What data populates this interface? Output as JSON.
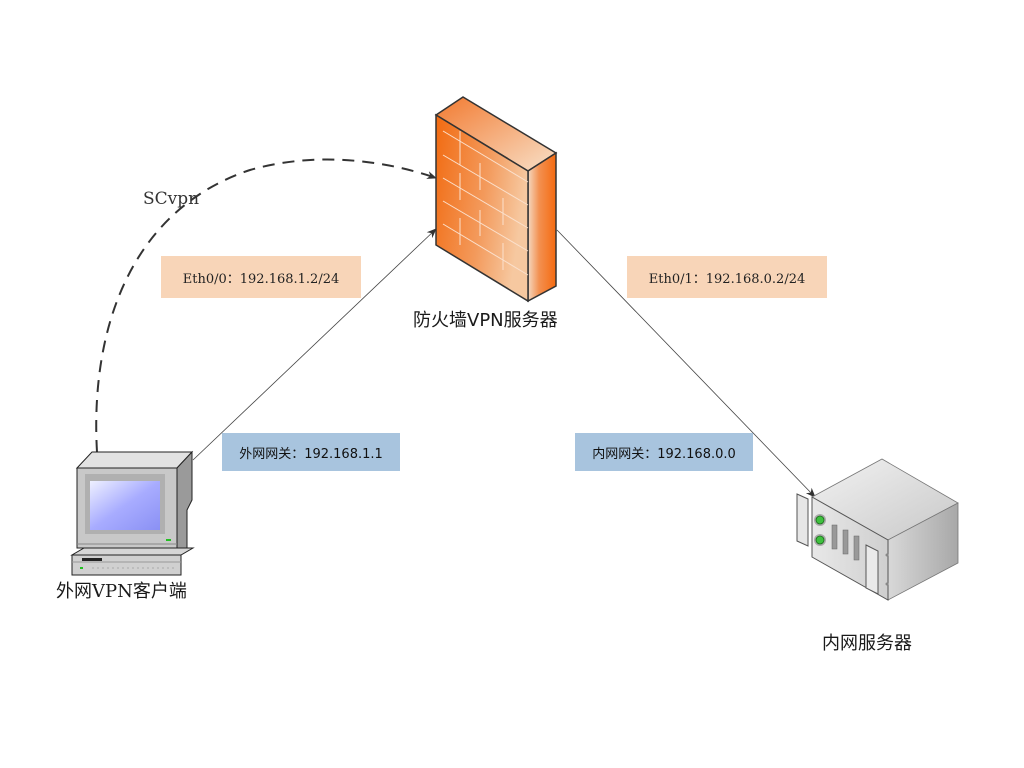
{
  "diagram": {
    "nodes": {
      "firewall": {
        "label": "防火墙VPN服务器",
        "icon": "firewall-icon",
        "color": "#f47a20"
      },
      "client": {
        "label": "外网VPN客户端",
        "icon": "desktop-computer-icon"
      },
      "server": {
        "label": "内网服务器",
        "icon": "rack-server-icon"
      }
    },
    "edges": [
      {
        "from": "client",
        "to": "firewall",
        "style": "dashed",
        "label": "SCvpn"
      },
      {
        "from": "client",
        "to": "firewall",
        "style": "solid"
      },
      {
        "from": "firewall",
        "to": "server",
        "style": "solid"
      }
    ],
    "annotations": {
      "eth0_0": "Eth0/0：192.168.1.2/24",
      "eth0_1": "Eth0/1：192.168.0.2/24",
      "outer_gateway": "外网网关：192.168.1.1",
      "inner_gateway": "内网网关：192.168.0.0"
    },
    "colors": {
      "interface_box": "#f8d5b8",
      "gateway_box": "#a8c4de"
    }
  }
}
